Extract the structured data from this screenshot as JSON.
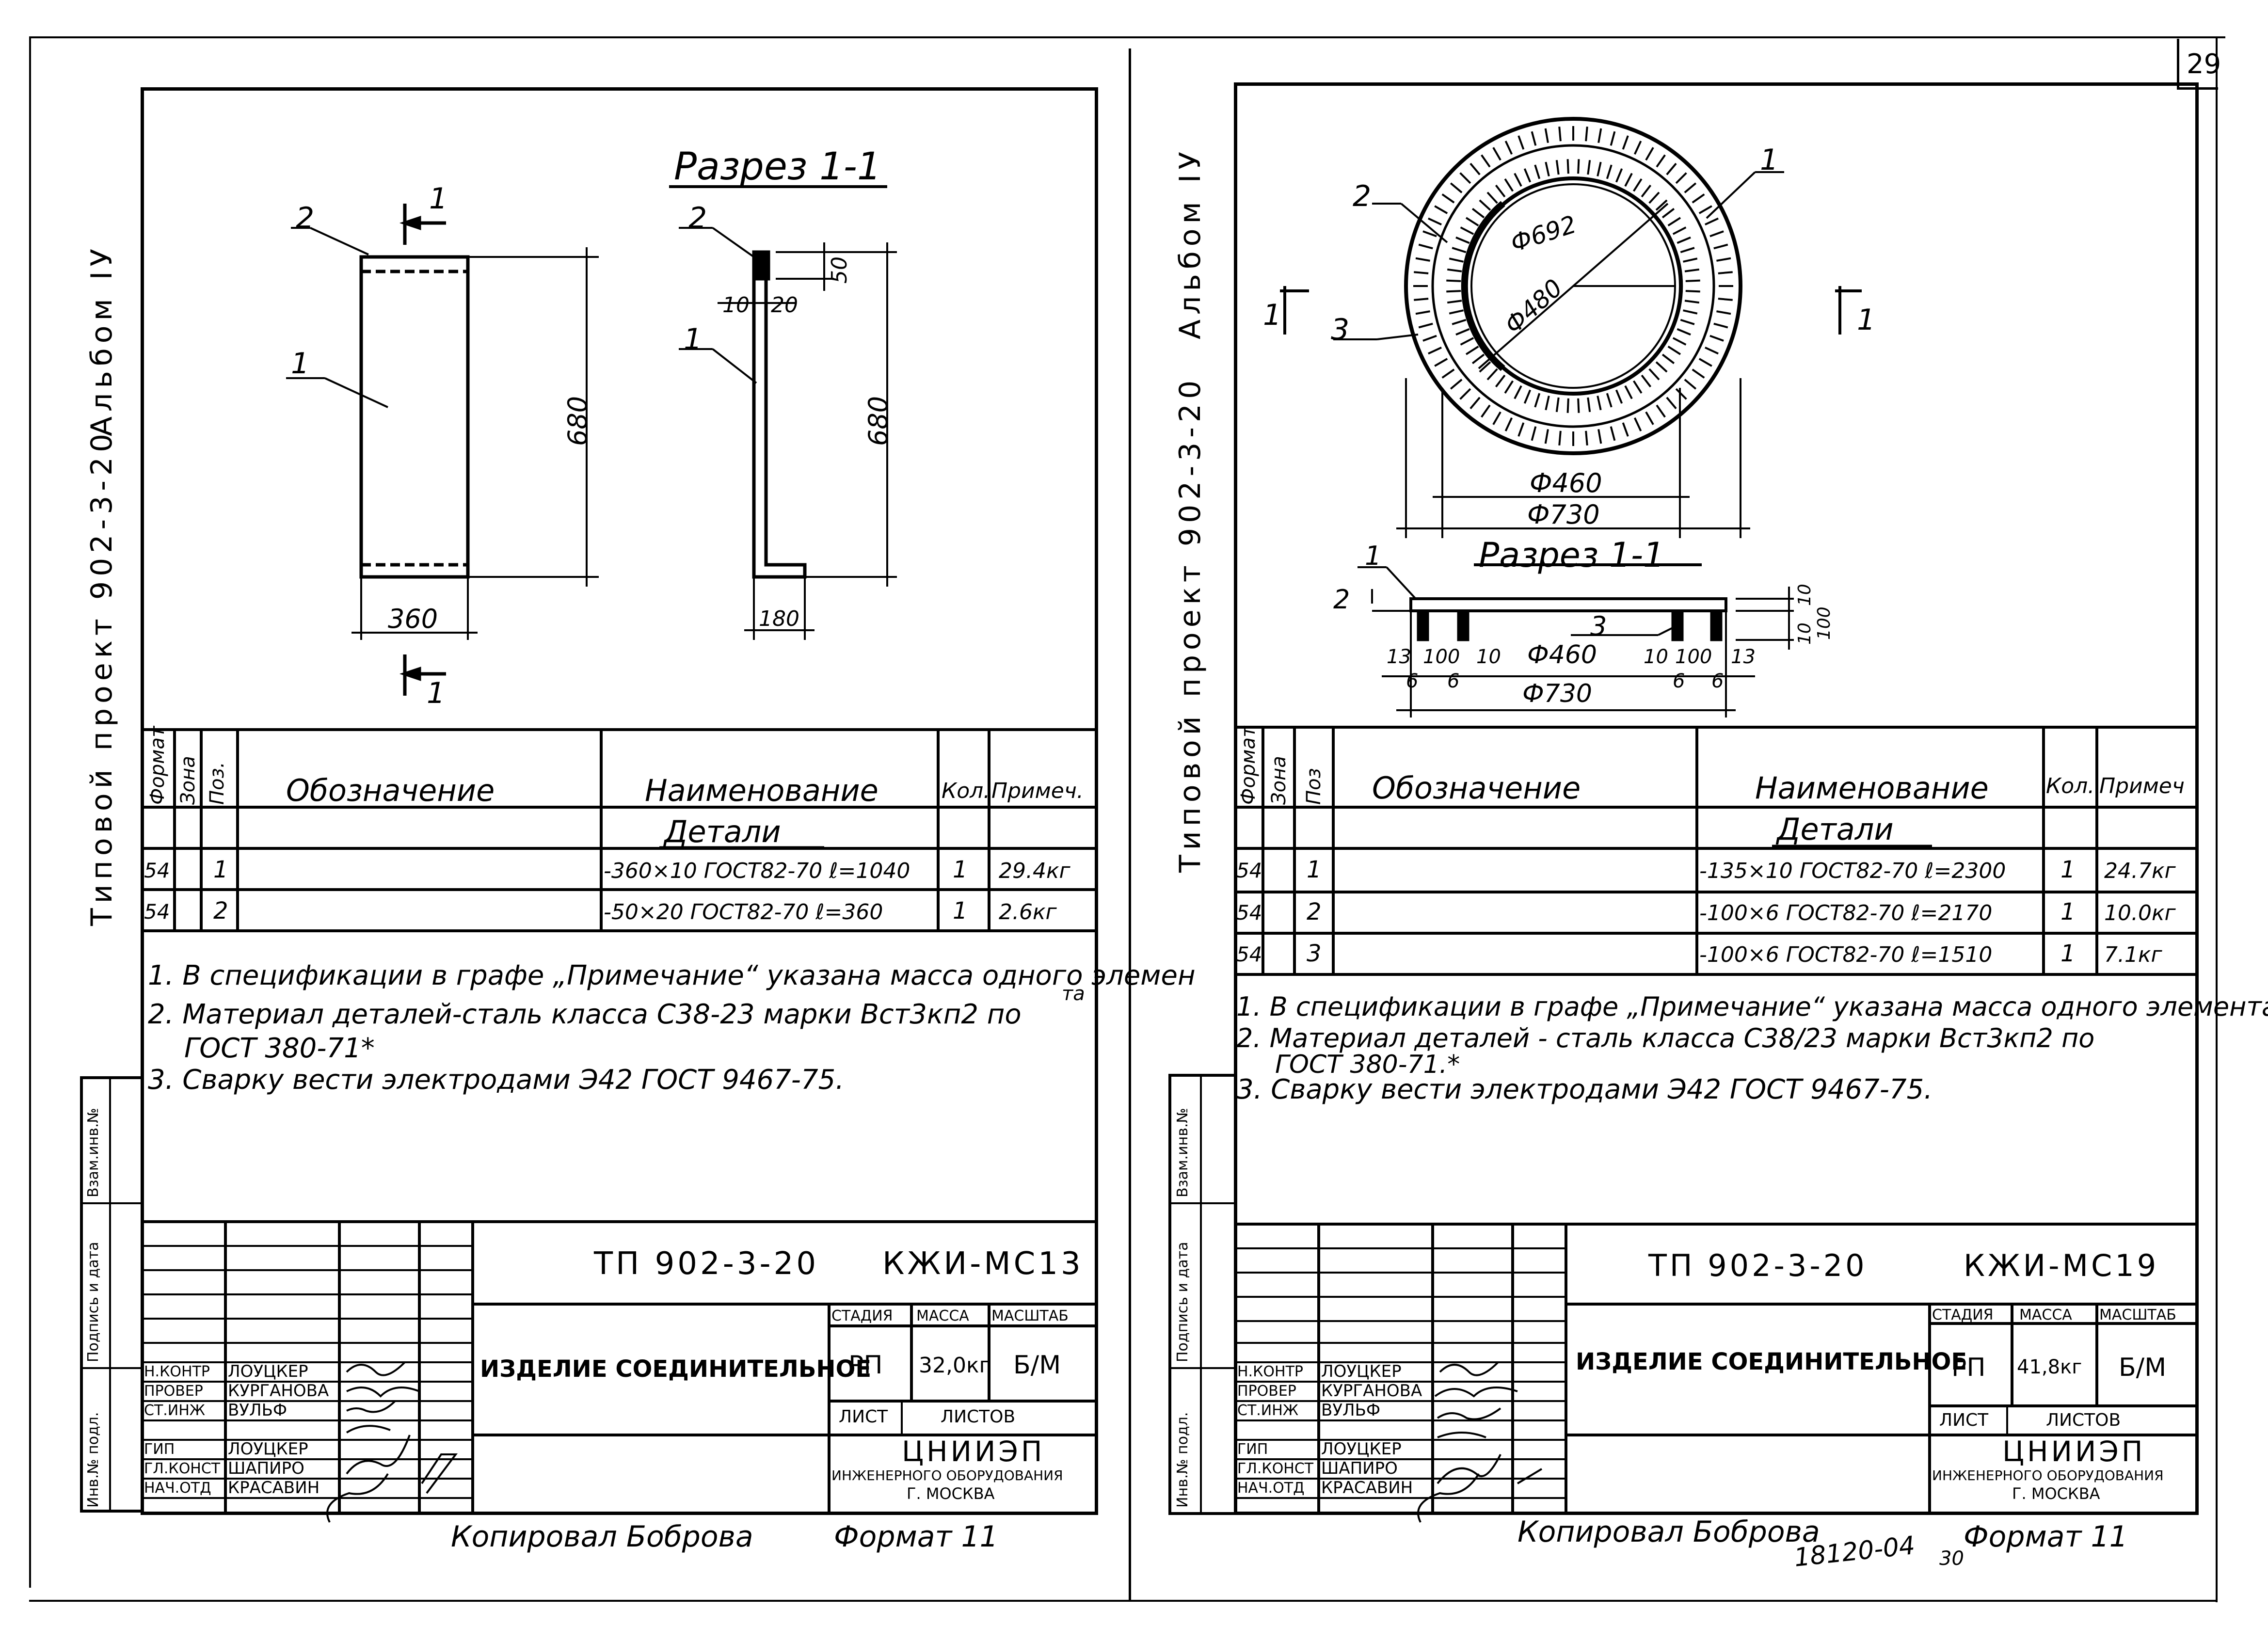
{
  "page_number": "29",
  "left": {
    "side_label_project": "Типовой проект 902-3-20",
    "side_label_album": "Альбом IУ",
    "section_title": "Разрез 1-1",
    "section_marks": [
      "1",
      "1"
    ],
    "plan_dims": {
      "height": "680",
      "width": "360"
    },
    "section_dims": {
      "height": "680",
      "top": "50",
      "t1": "10",
      "t2": "20",
      "width": "180"
    },
    "pos_labels": [
      "1",
      "2",
      "2",
      "1"
    ],
    "spec_headers": {
      "format": "Формат",
      "zone": "Зона",
      "pos": "Поз.",
      "designation": "Обозначение",
      "name": "Наименование",
      "qty": "Кол.",
      "note": "Примеч."
    },
    "spec_section": "Детали",
    "rows": [
      {
        "format": "54",
        "pos": "1",
        "name": "-360×10 ГОСТ82-70 ℓ=1040",
        "qty": "1",
        "note": "29.4кг"
      },
      {
        "format": "54",
        "pos": "2",
        "name": "-50×20 ГОСТ82-70 ℓ=360",
        "qty": "1",
        "note": "2.6кг"
      }
    ],
    "notes": [
      "1. В спецификации в графе „Примечание“ указана масса одного элемен",
      "та",
      "2. Материал деталей-сталь класса С38-23 марки Вст3кп2 по",
      "ГОСТ 380-71*",
      "3. Сварку вести электродами Э42 ГОСТ 9467-75."
    ],
    "stamp_side": [
      "Взам.инв.№",
      "Подпись и дата",
      "Инв.№ подл."
    ],
    "title_block": {
      "doc_code": "ТП 902-3-20",
      "sheet_code": "КЖИ-МС13",
      "item_name": "ИЗДЕЛИЕ СОЕДИНИТЕЛЬНОЕ",
      "stage_label": "СТАДИЯ",
      "mass_label": "МАССА",
      "scale_label": "МАСШТАБ",
      "stage": "РП",
      "mass": "32,0кг",
      "scale": "Б/М",
      "sheet_label": "ЛИСТ",
      "sheets_label": "ЛИСТОВ",
      "org1": "ЦНИИЭП",
      "org2": "ИНЖЕНЕРНОГО ОБОРУДОВАНИЯ",
      "org3": "Г. МОСКВА",
      "people": [
        {
          "role": "Н.КОНТР",
          "name": "ЛОУЦКЕР"
        },
        {
          "role": "ПРОВЕР",
          "name": "КУРГАНОВА"
        },
        {
          "role": "СТ.ИНЖ",
          "name": "ВУЛЬФ"
        },
        {
          "role": "ГИП",
          "name": "ЛОУЦКЕР"
        },
        {
          "role": "ГЛ.КОНСТ",
          "name": "ШАПИРО"
        },
        {
          "role": "НАЧ.ОТД",
          "name": "КРАСАВИН"
        }
      ]
    },
    "footer_copy": "Копировал Боброва",
    "footer_format": "Формат 11"
  },
  "right": {
    "side_label_project": "Типовой проект 902-3-20",
    "side_label_album": "Альбом IУ",
    "section_title": "Разрез 1-1",
    "section_marks": [
      "1",
      "1"
    ],
    "dims": {
      "d692": "Ф692",
      "d480": "Ф480",
      "d460": "Ф460",
      "d730": "Ф730"
    },
    "section_dims": {
      "a": "13",
      "b": "100",
      "c": "10",
      "d": "Ф460",
      "e": "10",
      "f": "100",
      "g": "13",
      "h": "6",
      "i": "6",
      "j": "6",
      "k": "6",
      "total": "Ф730",
      "h1": "10",
      "h2": "100",
      "h3": "10"
    },
    "pos_labels": [
      "1",
      "2",
      "3",
      "1",
      "2",
      "3"
    ],
    "spec_headers": {
      "format": "Формат",
      "zone": "Зона",
      "pos": "Поз",
      "designation": "Обозначение",
      "name": "Наименование",
      "qty": "Кол.",
      "note": "Примеч"
    },
    "spec_section": "Детали",
    "rows": [
      {
        "format": "54",
        "pos": "1",
        "name": "-135×10 ГОСТ82-70 ℓ=2300",
        "qty": "1",
        "note": "24.7кг"
      },
      {
        "format": "54",
        "pos": "2",
        "name": "-100×6 ГОСТ82-70 ℓ=2170",
        "qty": "1",
        "note": "10.0кг"
      },
      {
        "format": "54",
        "pos": "3",
        "name": "-100×6 ГОСТ82-70 ℓ=1510",
        "qty": "1",
        "note": "7.1кг"
      }
    ],
    "notes": [
      "1. В спецификации в графе „Примечание“ указана масса одного элемента.",
      "2. Материал деталей - сталь класса С38/23 марки Вст3кп2 по",
      "ГОСТ 380-71.*",
      "3. Сварку вести электродами Э42 ГОСТ 9467-75."
    ],
    "stamp_side": [
      "Взам.инв.№",
      "Подпись и дата",
      "Инв.№ подл."
    ],
    "title_block": {
      "doc_code": "ТП 902-3-20",
      "sheet_code": "КЖИ-МС19",
      "item_name": "ИЗДЕЛИЕ СОЕДИНИТЕЛЬНОЕ",
      "stage_label": "СТАДИЯ",
      "mass_label": "МАССА",
      "scale_label": "МАСШТАБ",
      "stage": "РП",
      "mass": "41,8кг",
      "scale": "Б/М",
      "sheet_label": "ЛИСТ",
      "sheets_label": "ЛИСТОВ",
      "org1": "ЦНИИЭП",
      "org2": "ИНЖЕНЕРНОГО ОБОРУДОВАНИЯ",
      "org3": "Г. МОСКВА",
      "people": [
        {
          "role": "Н.КОНТР",
          "name": "ЛОУЦКЕР"
        },
        {
          "role": "ПРОВЕР",
          "name": "КУРГАНОВА"
        },
        {
          "role": "СТ.ИНЖ",
          "name": "ВУЛЬФ"
        },
        {
          "role": "ГИП",
          "name": "ЛОУЦКЕР"
        },
        {
          "role": "ГЛ.КОНСТ",
          "name": "ШАПИРО"
        },
        {
          "role": "НАЧ.ОТД",
          "name": "КРАСАВИН"
        }
      ]
    },
    "footer_copy": "Копировал Боброва",
    "footer_code": "18120-04",
    "footer_sheet": "30",
    "footer_format": "Формат 11"
  }
}
